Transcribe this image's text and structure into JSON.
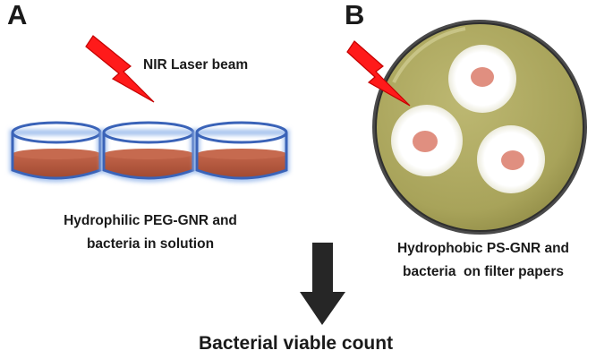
{
  "panels": {
    "a": {
      "letter": "A",
      "laser_label": "NIR Laser beam",
      "caption_line1": "Hydrophilic PEG-GNR and",
      "caption_line2": "bacteria in solution"
    },
    "b": {
      "letter": "B",
      "caption_line1": "Hydrophobic PS-GNR and",
      "caption_line2": "bacteria  on filter papers"
    }
  },
  "result": {
    "label": "Bacterial viable count"
  },
  "colors": {
    "laser": "#ff1a1a",
    "liquid": "#b2553a",
    "dish_outline": "#3a63b8",
    "dish_glow": "#a9c4ee",
    "plate": "#a8a35a",
    "plate_rim": "#3b3b3b",
    "filter_paper": "#ffffff",
    "sample_spot": "#e08f80",
    "arrow": "#262626"
  },
  "icons": {
    "laser": "lightning-bolt-icon",
    "arrow": "down-arrow-icon"
  }
}
